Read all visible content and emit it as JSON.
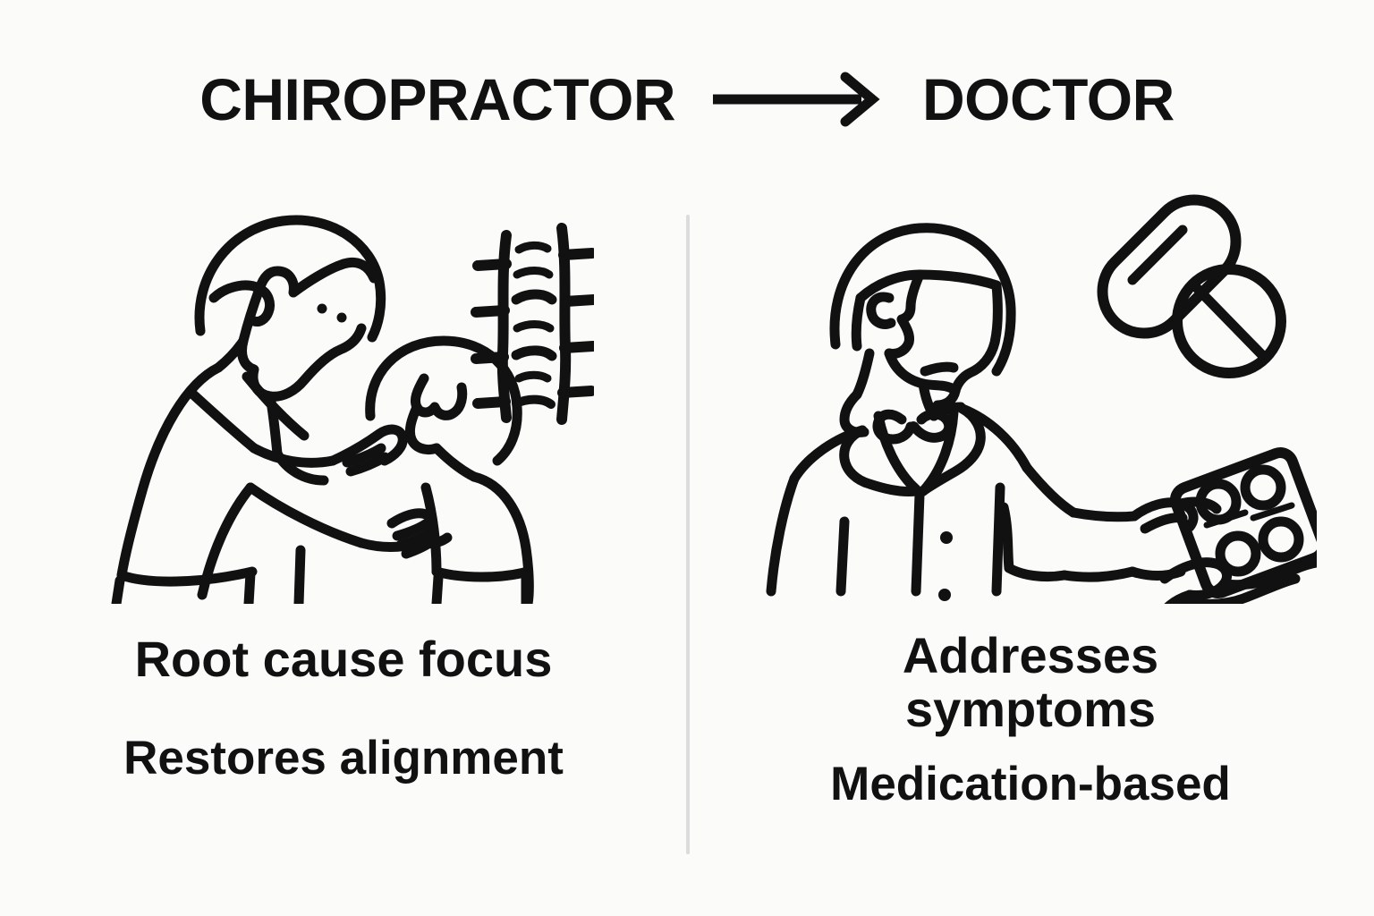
{
  "background_color": "#fbfbfa",
  "ink_color": "#111111",
  "divider_color": "#dcdcdc",
  "header": {
    "left_term": "CHIROPRACTOR",
    "arrow_icon": "right-arrow-icon",
    "right_term": "DOCTOR"
  },
  "panels": [
    {
      "id": "chiropractor",
      "illustration_name": "chiropractor-adjusting-patient-illustration",
      "illustration_elements": [
        "chiropractor-figure",
        "patient-figure",
        "spine-vertebrae-icon"
      ],
      "caption_primary": "Root cause focus",
      "caption_secondary": "Restores alignment"
    },
    {
      "id": "doctor",
      "illustration_name": "doctor-handing-medication-illustration",
      "illustration_elements": [
        "doctor-figure",
        "lab-coat",
        "bow-tie",
        "capsule-pill-icon",
        "round-tablet-icon",
        "blister-pack-icon",
        "patient-hand"
      ],
      "caption_primary": "Addresses\nsymptoms",
      "caption_secondary": "Medication-based"
    }
  ]
}
